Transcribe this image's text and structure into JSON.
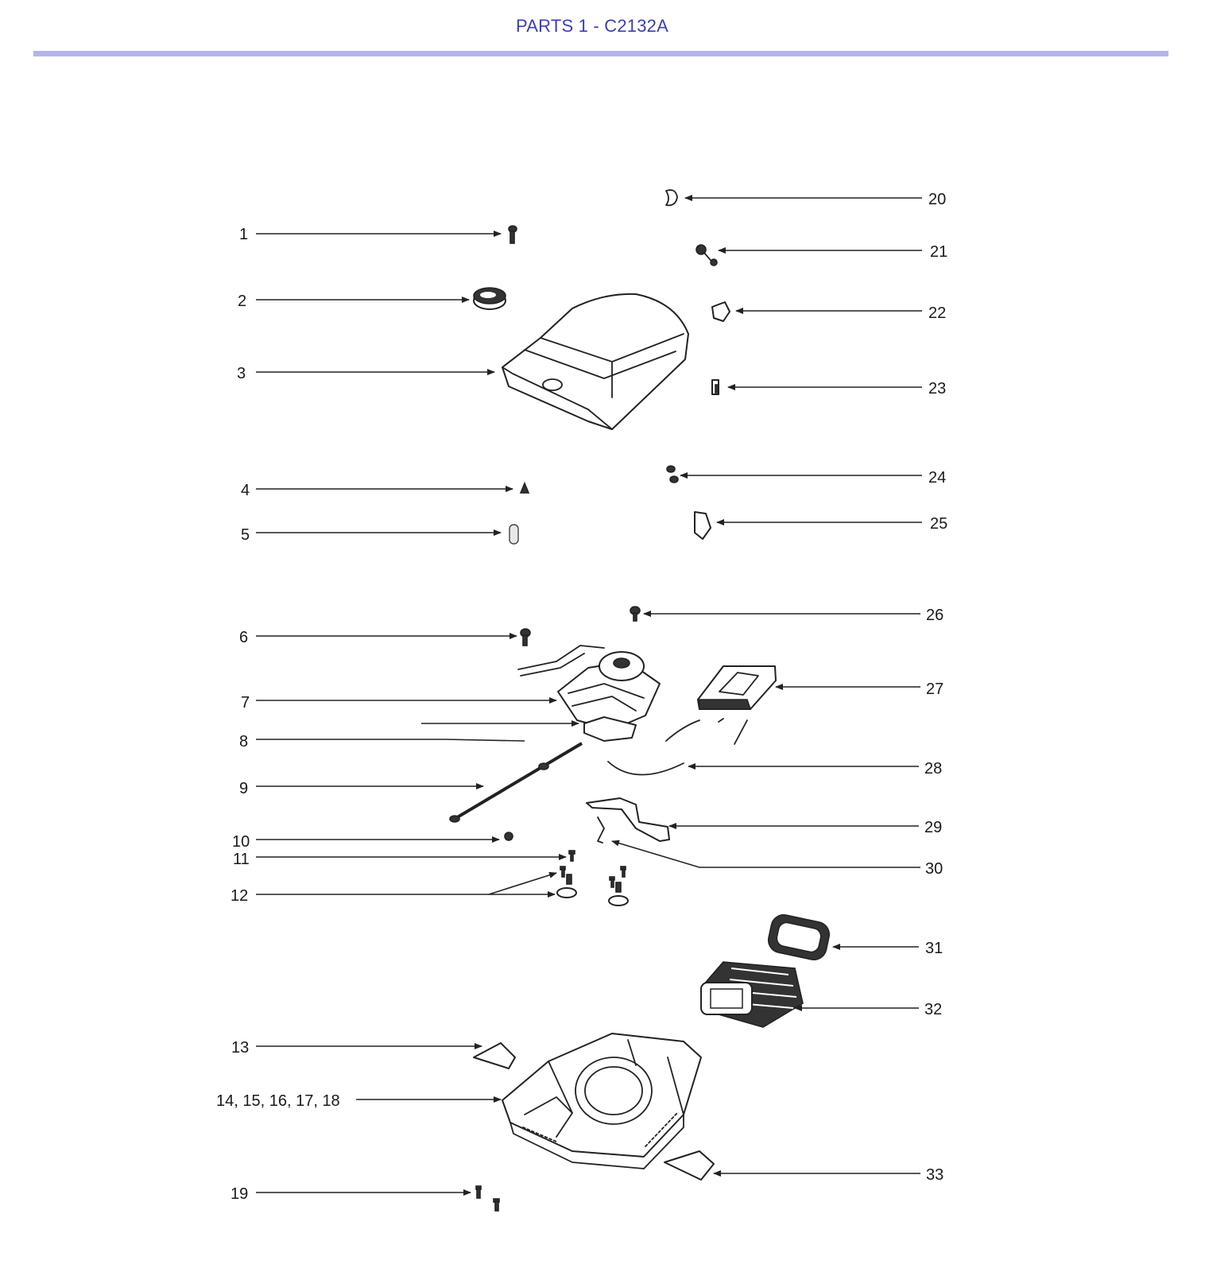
{
  "page": {
    "title": "PARTS 1 - C2132A"
  },
  "callouts": [
    {
      "id": "1",
      "label": "1"
    },
    {
      "id": "2",
      "label": "2"
    },
    {
      "id": "3",
      "label": "3"
    },
    {
      "id": "4",
      "label": "4"
    },
    {
      "id": "5",
      "label": "5"
    },
    {
      "id": "6",
      "label": "6"
    },
    {
      "id": "7",
      "label": "7"
    },
    {
      "id": "8",
      "label": "8"
    },
    {
      "id": "9",
      "label": "9"
    },
    {
      "id": "10",
      "label": "10"
    },
    {
      "id": "11",
      "label": "11"
    },
    {
      "id": "12",
      "label": "12"
    },
    {
      "id": "13",
      "label": "13"
    },
    {
      "id": "14-18",
      "label": "14, 15, 16, 17, 18"
    },
    {
      "id": "19",
      "label": "19"
    },
    {
      "id": "20",
      "label": "20"
    },
    {
      "id": "21",
      "label": "21"
    },
    {
      "id": "22",
      "label": "22"
    },
    {
      "id": "23",
      "label": "23"
    },
    {
      "id": "24",
      "label": "24"
    },
    {
      "id": "25",
      "label": "25"
    },
    {
      "id": "26",
      "label": "26"
    },
    {
      "id": "27",
      "label": "27"
    },
    {
      "id": "28",
      "label": "28"
    },
    {
      "id": "29",
      "label": "29"
    },
    {
      "id": "30",
      "label": "30"
    },
    {
      "id": "31",
      "label": "31"
    },
    {
      "id": "32",
      "label": "32"
    },
    {
      "id": "33",
      "label": "33"
    }
  ]
}
